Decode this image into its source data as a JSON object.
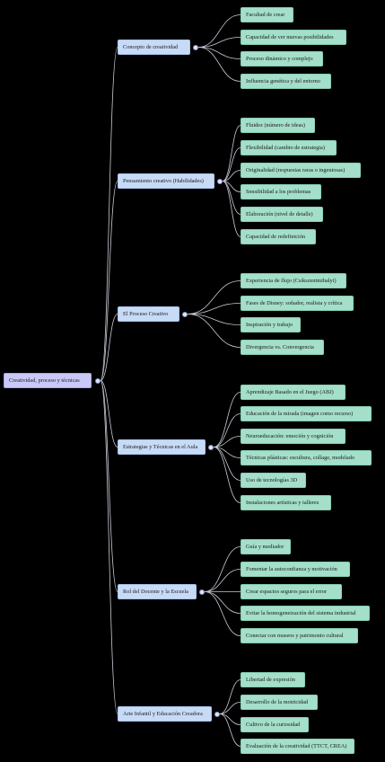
{
  "root": "Creatividad, proceso y técnicas",
  "branches": [
    {
      "label": "Concepto de creatividad",
      "children": [
        "Facultad de crear",
        "Capacidad de ver nuevas posibilidades",
        "Proceso dinámico y complejo",
        "Influencia genética y del entorno"
      ]
    },
    {
      "label": "Pensamiento creativo (Habilidades)",
      "children": [
        "Fluidez (número de ideas)",
        "Flexibilidad (cambio de estrategia)",
        "Originalidad (respuestas raras o ingeniosas)",
        "Sensibilidad a los problemas",
        "Elaboración (nivel de detalle)",
        "Capacidad de redefinición"
      ]
    },
    {
      "label": "El Proceso Creativo",
      "children": [
        "Experiencia de flujo (Csikszentmihalyi)",
        "Fases de Disney: soñador, realista y crítica",
        "Inspiración y trabajo",
        "Divergencia vs. Convergencia"
      ]
    },
    {
      "label": "Estrategias y Técnicas en el Aula",
      "children": [
        "Aprendizaje Basado en el Juego (ABJ)",
        "Educación de la mirada (imagen como recurso)",
        "Neuroeducación: emoción y cognición",
        "Técnicas plásticas: escultura, collage, modelado",
        "Uso de tecnologías 3D",
        "Instalaciones artísticas y talleres"
      ]
    },
    {
      "label": "Rol del Docente y la Escuela",
      "children": [
        "Guía y mediador",
        "Fomentar la autoconfianza y motivación",
        "Crear espacios seguros para el error",
        "Evitar la homogeneización del sistema industrial",
        "Conectar con museos y patrimonio cultural"
      ]
    },
    {
      "label": "Arte Infantil y Educación Creadora",
      "children": [
        "Libertad de expresión",
        "Desarrollo de la motricidad",
        "Cultivo de la curiosidad",
        "Evaluación de la creatividad (TTCT, CREA)"
      ]
    }
  ]
}
